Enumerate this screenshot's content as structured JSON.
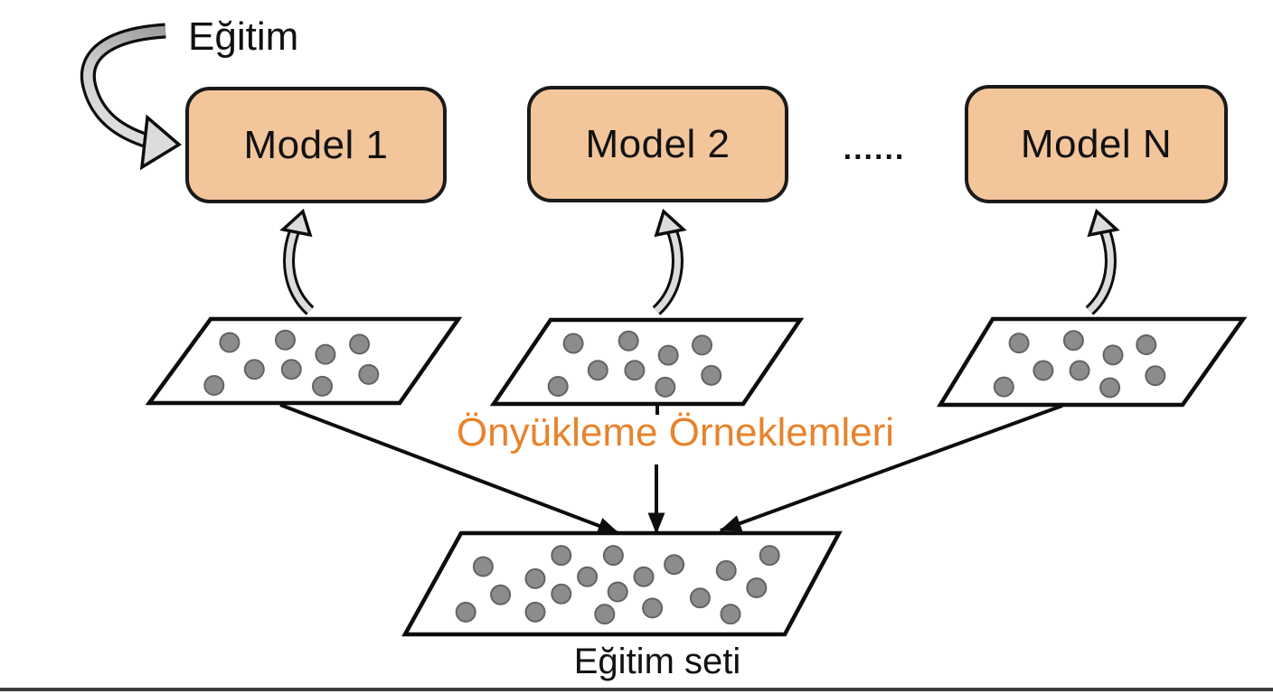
{
  "diagram": {
    "training_arrow_label": "Eğitim",
    "model_boxes": [
      {
        "label": "Model 1"
      },
      {
        "label": "Model 2"
      },
      {
        "label": "Model N"
      }
    ],
    "ellipsis": "......",
    "bootstrap_samples_label": "Önyükleme Örneklemleri",
    "training_set_label": "Eğitim seti"
  },
  "colors": {
    "background": "#FFFFFF",
    "box-fill": "#F3C59B",
    "box-border": "#1A1A1A",
    "accent-orange": "#E8832C",
    "dot-fill": "#8C8C8C",
    "dot-stroke": "#636363",
    "arrow-fill": "#DCDCDC",
    "arrow-dark": "#9A9A9A",
    "line-color": "#0D0D0D"
  },
  "sample_sets": {
    "bootstrap_dots": [
      [
        0.26,
        0.28
      ],
      [
        0.44,
        0.25
      ],
      [
        0.68,
        0.3
      ],
      [
        0.57,
        0.42
      ],
      [
        0.34,
        0.6
      ],
      [
        0.46,
        0.6
      ],
      [
        0.21,
        0.79
      ],
      [
        0.56,
        0.8
      ],
      [
        0.71,
        0.66
      ]
    ],
    "training_dots": [
      [
        0.18,
        0.33
      ],
      [
        0.36,
        0.22
      ],
      [
        0.48,
        0.22
      ],
      [
        0.62,
        0.31
      ],
      [
        0.74,
        0.37
      ],
      [
        0.84,
        0.22
      ],
      [
        0.3,
        0.45
      ],
      [
        0.42,
        0.43
      ],
      [
        0.55,
        0.43
      ],
      [
        0.81,
        0.54
      ],
      [
        0.22,
        0.61
      ],
      [
        0.36,
        0.6
      ],
      [
        0.49,
        0.58
      ],
      [
        0.68,
        0.64
      ],
      [
        0.14,
        0.78
      ],
      [
        0.3,
        0.78
      ],
      [
        0.46,
        0.8
      ],
      [
        0.57,
        0.74
      ],
      [
        0.75,
        0.8
      ]
    ]
  }
}
